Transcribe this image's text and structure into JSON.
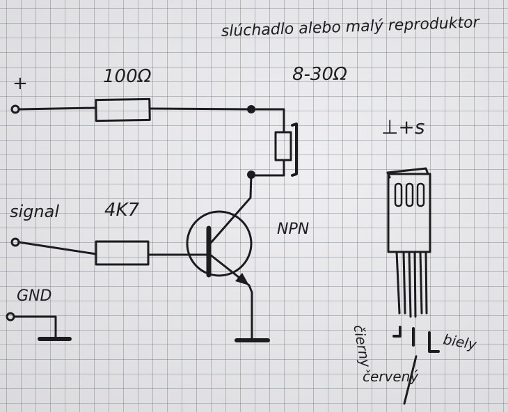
{
  "title": "slúchadlo alebo malý reproduktor",
  "labels": {
    "plus": "+",
    "resistor1": "100Ω",
    "speaker_impedance": "8-30Ω",
    "signal": "signal",
    "resistor2": "4K7",
    "transistor_type": "NPN",
    "gnd": "GND",
    "pinout": "⊥+s",
    "wire_black": "čierny",
    "wire_red": "červený",
    "wire_white": "biely"
  }
}
